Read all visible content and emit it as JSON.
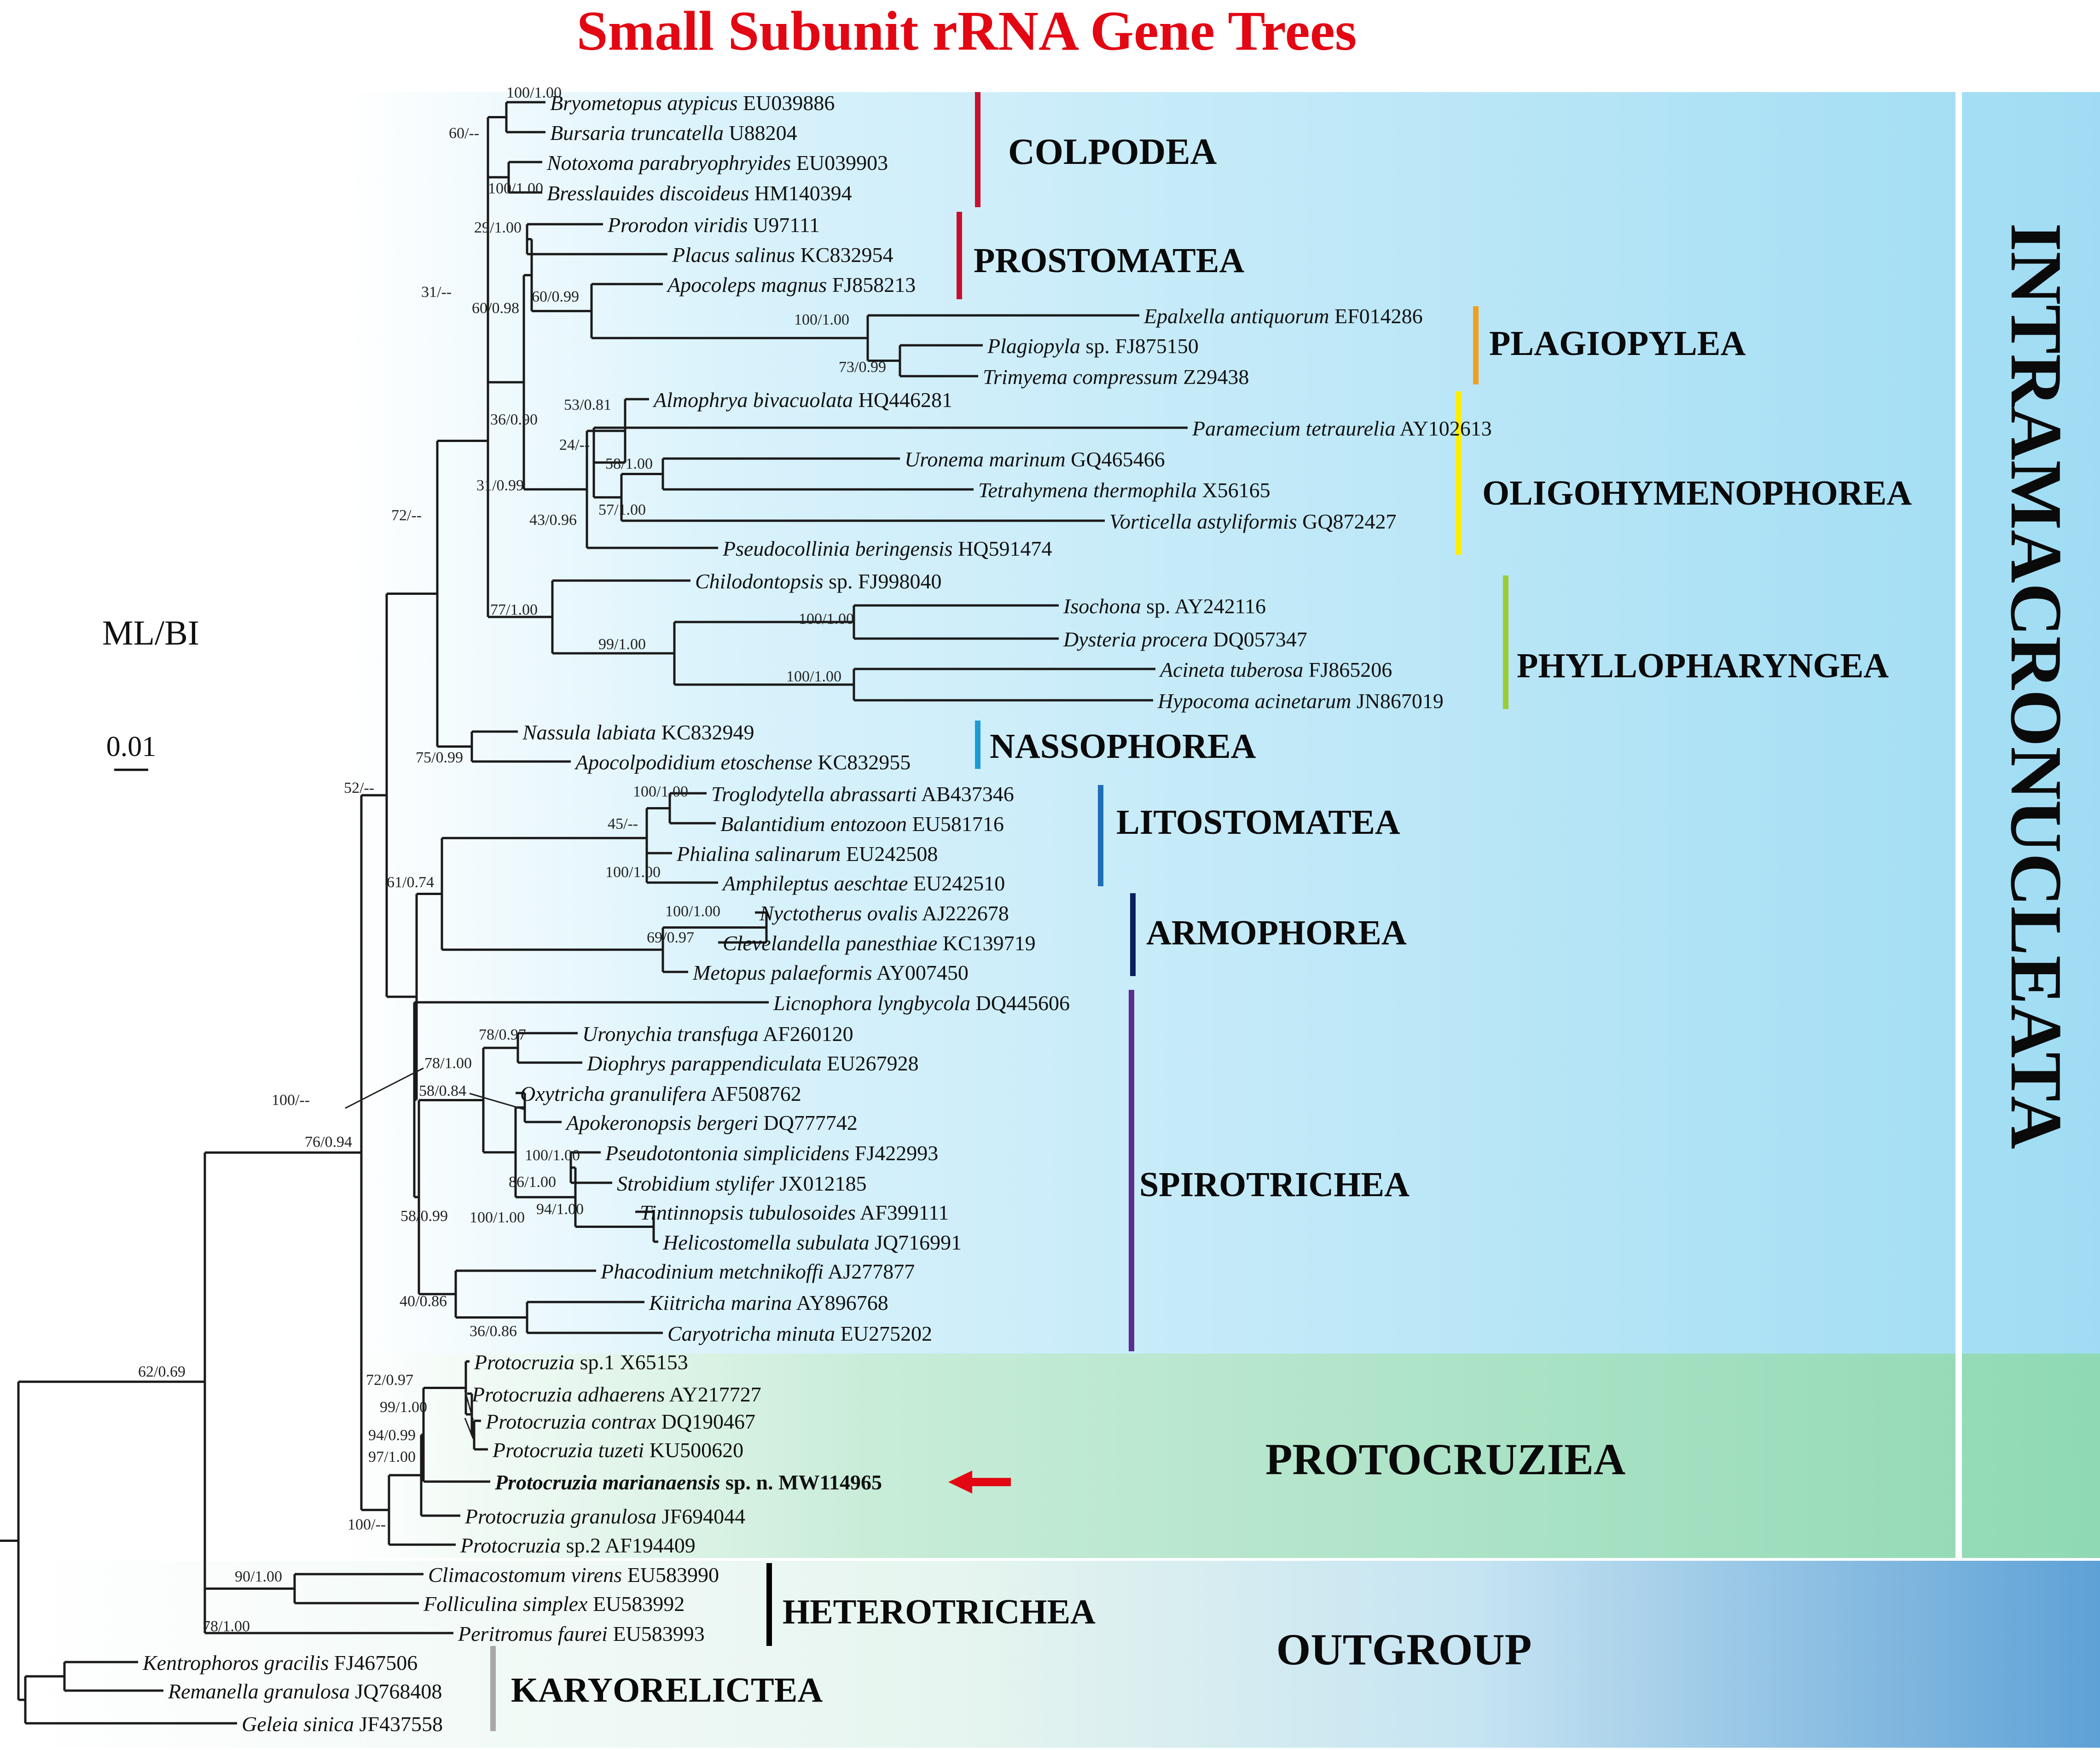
{
  "title": "Small Subunit rRNA Gene Trees",
  "legend": {
    "method": "ML/BI",
    "scale_label": "0.01"
  },
  "colors": {
    "title": "#e30613",
    "colpodea": "#c8102e",
    "prostomatea": "#c8102e",
    "plagiopylea": "#f0a020",
    "oligohymenophorea": "#ffee00",
    "phyllopharyngea": "#9acd32",
    "nassophorea": "#1e9bd7",
    "litostomatea": "#1f6fb5",
    "armophorea": "#0a1f5c",
    "spirotrichea": "#5b2d8e",
    "heterotrichea": "#000000",
    "karyorelictea": "#a8a8a8",
    "intramacro_bg": "#a6e1f5",
    "protocruz_bg": "#8fd9b4",
    "outgroup_bg": "#6aa9d8",
    "arrow": "#e30613"
  },
  "groups": [
    {
      "id": "colpodea",
      "label": "COLPODEA"
    },
    {
      "id": "prostomatea",
      "label": "PROSTOMATEA"
    },
    {
      "id": "plagiopylea",
      "label": "PLAGIOPYLEA"
    },
    {
      "id": "oligohymenophorea",
      "label": "OLIGOHYMENOPHOREA"
    },
    {
      "id": "phyllopharyngea",
      "label": "PHYLLOPHARYNGEA"
    },
    {
      "id": "nassophorea",
      "label": "NASSOPHOREA"
    },
    {
      "id": "litostomatea",
      "label": "LITOSTOMATEA"
    },
    {
      "id": "armophorea",
      "label": "ARMOPHOREA"
    },
    {
      "id": "spirotrichea",
      "label": "SPIROTRICHEA"
    },
    {
      "id": "protocruziea",
      "label": "PROTOCRUZIEA"
    },
    {
      "id": "heterotrichea",
      "label": "HETEROTRICHEA"
    },
    {
      "id": "karyorelictea",
      "label": "KARYORELICTEA"
    }
  ],
  "supergroups": [
    {
      "id": "intramacronucleata",
      "label": "INTRAMACRONUCLEATA"
    },
    {
      "id": "outgroup",
      "label": "OUTGROUP"
    }
  ],
  "taxa": [
    {
      "genus": "Bryometopus atypicus",
      "acc": "EU039886"
    },
    {
      "genus": "Bursaria truncatella",
      "acc": "U88204"
    },
    {
      "genus": "Notoxoma parabryophryides",
      "acc": "EU039903"
    },
    {
      "genus": "Bresslauides discoideus",
      "acc": "HM140394"
    },
    {
      "genus": "Prorodon viridis",
      "acc": "U97111"
    },
    {
      "genus": "Placus salinus",
      "acc": "KC832954"
    },
    {
      "genus": "Apocoleps magnus",
      "acc": "FJ858213"
    },
    {
      "genus": "Epalxella antiquorum",
      "acc": "EF014286"
    },
    {
      "genus": "Plagiopyla",
      "acc": "sp. FJ875150"
    },
    {
      "genus": "Trimyema compressum",
      "acc": "Z29438"
    },
    {
      "genus": "Almophrya bivacuolata",
      "acc": "HQ446281"
    },
    {
      "genus": "Paramecium tetraurelia",
      "acc": "AY102613"
    },
    {
      "genus": "Uronema marinum",
      "acc": "GQ465466"
    },
    {
      "genus": "Tetrahymena thermophila",
      "acc": "X56165"
    },
    {
      "genus": "Vorticella astyliformis",
      "acc": "GQ872427"
    },
    {
      "genus": "Pseudocollinia beringensis",
      "acc": "HQ591474"
    },
    {
      "genus": "Chilodontopsis",
      "acc": "sp. FJ998040"
    },
    {
      "genus": "Isochona",
      "acc": "sp. AY242116"
    },
    {
      "genus": "Dysteria procera",
      "acc": "DQ057347"
    },
    {
      "genus": "Acineta tuberosa",
      "acc": "FJ865206"
    },
    {
      "genus": "Hypocoma acinetarum",
      "acc": "JN867019"
    },
    {
      "genus": "Nassula labiata",
      "acc": "KC832949"
    },
    {
      "genus": "Apocolpodidium etoschense",
      "acc": "KC832955"
    },
    {
      "genus": "Troglodytella abrassarti",
      "acc": "AB437346"
    },
    {
      "genus": "Balantidium entozoon",
      "acc": "EU581716"
    },
    {
      "genus": "Phialina salinarum",
      "acc": "EU242508"
    },
    {
      "genus": "Amphileptus aeschtae",
      "acc": "EU242510"
    },
    {
      "genus": "Nyctotherus ovalis",
      "acc": "AJ222678"
    },
    {
      "genus": "Clevelandella panesthiae",
      "acc": "KC139719"
    },
    {
      "genus": "Metopus palaeformis",
      "acc": "AY007450"
    },
    {
      "genus": "Licnophora lyngbycola",
      "acc": "DQ445606"
    },
    {
      "genus": "Uronychia transfuga",
      "acc": "AF260120"
    },
    {
      "genus": "Diophrys parappendiculata",
      "acc": "EU267928"
    },
    {
      "genus": "Oxytricha granulifera",
      "acc": "AF508762"
    },
    {
      "genus": "Apokeronopsis bergeri",
      "acc": "DQ777742"
    },
    {
      "genus": "Pseudotontonia simplicidens",
      "acc": "FJ422993"
    },
    {
      "genus": "Strobidium stylifer",
      "acc": "JX012185"
    },
    {
      "genus": "Tintinnopsis tubulosoides",
      "acc": "AF399111"
    },
    {
      "genus": "Helicostomella subulata",
      "acc": "JQ716991"
    },
    {
      "genus": "Phacodinium metchnikoffi",
      "acc": "AJ277877"
    },
    {
      "genus": "Kiitricha marina",
      "acc": "AY896768"
    },
    {
      "genus": "Caryotricha minuta",
      "acc": "EU275202"
    },
    {
      "genus": "Protocruzia",
      "acc": "sp.1 X65153"
    },
    {
      "genus": "Protocruzia adhaerens",
      "acc": "AY217727"
    },
    {
      "genus": "Protocruzia contrax",
      "acc": "DQ190467"
    },
    {
      "genus": "Protocruzia tuzeti",
      "acc": "KU500620"
    },
    {
      "genus": "Protocruzia marianaensis",
      "acc": "sp. n. MW114965"
    },
    {
      "genus": "Protocruzia granulosa",
      "acc": "JF694044"
    },
    {
      "genus": "Protocruzia",
      "acc": "sp.2 AF194409"
    },
    {
      "genus": "Climacostomum virens",
      "acc": "EU583990"
    },
    {
      "genus": "Folliculina simplex",
      "acc": "EU583992"
    },
    {
      "genus": "Peritromus faurei",
      "acc": "EU583993"
    },
    {
      "genus": "Kentrophoros gracilis",
      "acc": "FJ467506"
    },
    {
      "genus": "Remanella granulosa",
      "acc": "JQ768408"
    },
    {
      "genus": "Geleia sinica",
      "acc": "JF437558"
    }
  ],
  "supports": [
    "100/1.00",
    "60/--",
    "100/1.00",
    "29/1.00",
    "60/0.99",
    "60/0.98",
    "31/--",
    "100/1.00",
    "73/0.99",
    "53/0.81",
    "24/--",
    "58/1.00",
    "57/1.00",
    "36/0.90",
    "43/0.96",
    "31/0.99",
    "100/1.00",
    "99/1.00",
    "100/1.00",
    "77/1.00",
    "72/--",
    "75/0.99",
    "52/--",
    "100/1.00",
    "45/--",
    "100/1.00",
    "100/1.00",
    "69/0.97",
    "61/0.74",
    "78/0.97",
    "78/1.00",
    "58/0.84",
    "100/1.00",
    "94/1.00",
    "86/1.00",
    "100/1.00",
    "36/0.86",
    "40/0.86",
    "58/0.99",
    "100/--",
    "76/0.94",
    "72/0.97",
    "99/1.00",
    "94/0.99",
    "97/1.00",
    "100/--",
    "62/0.69",
    "90/1.00",
    "78/1.00"
  ]
}
